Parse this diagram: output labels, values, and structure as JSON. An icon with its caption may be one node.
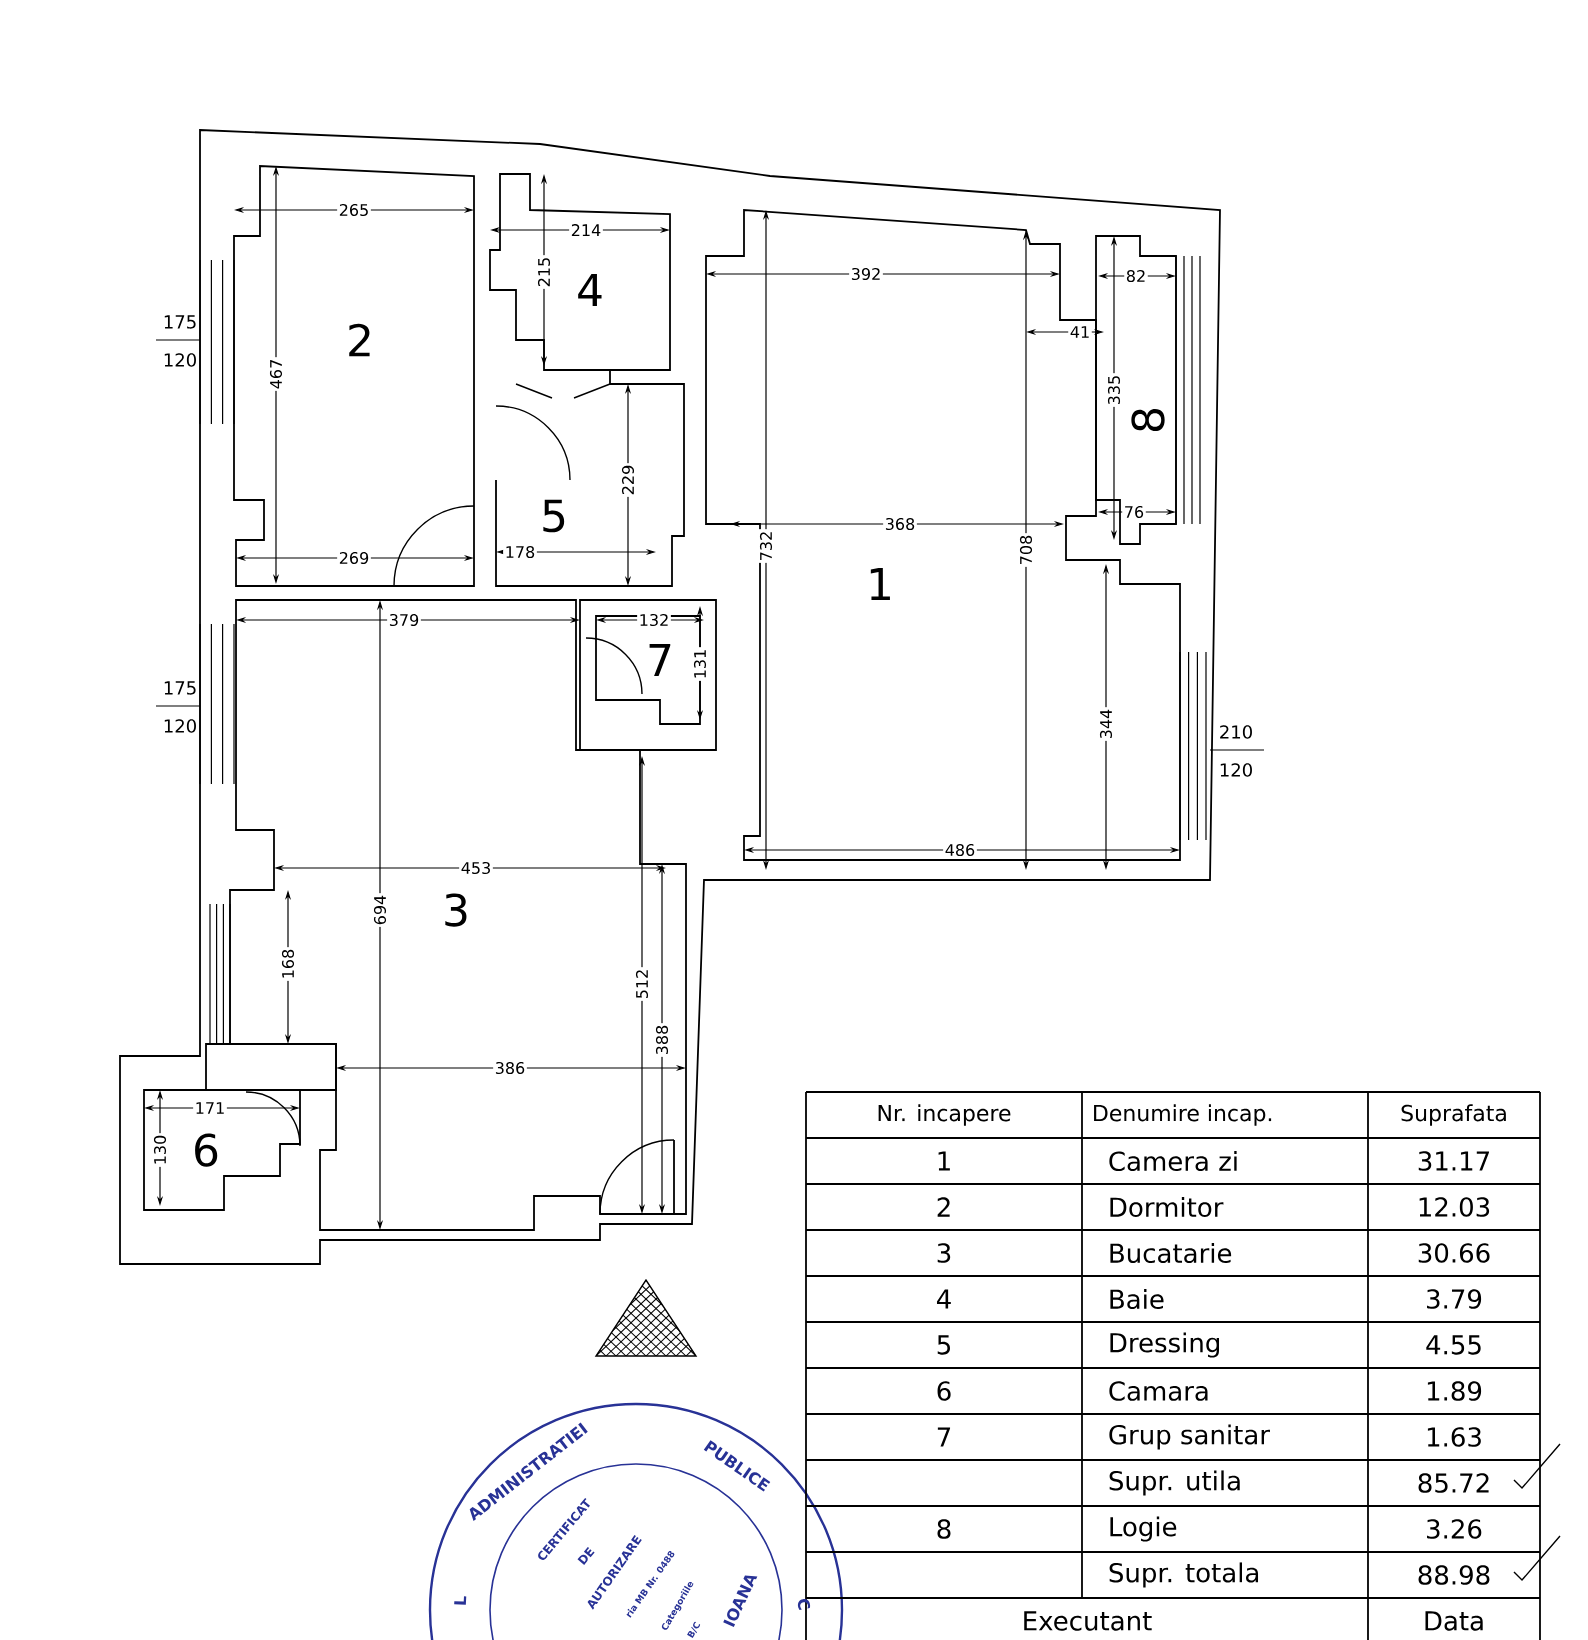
{
  "diagram": {
    "labels": [
      "265",
      "214",
      "215",
      "2",
      "4",
      "175",
      "120",
      "467",
      "229",
      "5",
      "269",
      "178",
      "392",
      "82",
      "41",
      "335",
      "8",
      "368",
      "76",
      "732",
      "708",
      "1",
      "379",
      "132",
      "7",
      "131",
      "175",
      "120",
      "344",
      "210",
      "120",
      "486",
      "453",
      "694",
      "3",
      "168",
      "512",
      "388",
      "386",
      "171",
      "130",
      "6",
      "Nr. incapere",
      "Denumire incap.",
      "Suprafata",
      "1",
      "Camera zi",
      "31.17",
      "2",
      "Dormitor",
      "12.03",
      "3",
      "Bucatarie",
      "30.66",
      "4",
      "Baie",
      "3.79",
      "5",
      "Dressing",
      "4.55",
      "6",
      "Camara",
      "1.89",
      "7",
      "Grup sanitar",
      "1.63",
      "Supr. utila",
      "85.72",
      "8",
      "Logie",
      "3.26",
      "Supr. totala",
      "88.98",
      "Executant",
      "Data",
      "L",
      "ADMINISTRATIEI",
      "PUBLICE",
      "CERTIFICAT",
      "DE",
      "AUTORIZARE",
      "ria MB Nr. 0488",
      "Categoriile",
      "B/C",
      "IOANA",
      "C"
    ]
  }
}
